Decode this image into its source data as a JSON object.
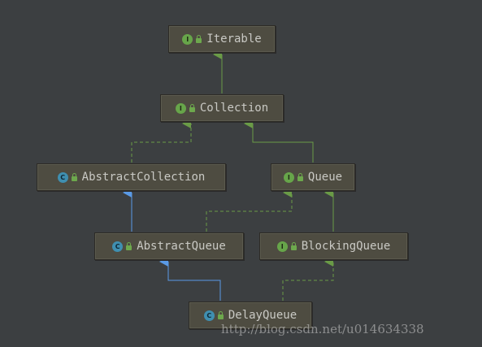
{
  "colors": {
    "background": "#3c3f41",
    "interface_edge": "#6a9b47",
    "class_edge": "#5a9ae6",
    "impl_edge": "#6a9b47"
  },
  "nodes": {
    "iterable": {
      "label": "Iterable",
      "kind": "interface",
      "badge": "I"
    },
    "collection": {
      "label": "Collection",
      "kind": "interface",
      "badge": "I"
    },
    "abstract_collection": {
      "label": "AbstractCollection",
      "kind": "class",
      "badge": "C"
    },
    "queue": {
      "label": "Queue",
      "kind": "interface",
      "badge": "I"
    },
    "abstract_queue": {
      "label": "AbstractQueue",
      "kind": "class",
      "badge": "C"
    },
    "blocking_queue": {
      "label": "BlockingQueue",
      "kind": "interface",
      "badge": "I"
    },
    "delay_queue": {
      "label": "DelayQueue",
      "kind": "class",
      "badge": "C"
    }
  },
  "edges": [
    {
      "from": "collection",
      "to": "iterable",
      "type": "extends"
    },
    {
      "from": "abstract_collection",
      "to": "collection",
      "type": "implements"
    },
    {
      "from": "queue",
      "to": "collection",
      "type": "extends"
    },
    {
      "from": "abstract_queue",
      "to": "abstract_collection",
      "type": "extends-class"
    },
    {
      "from": "abstract_queue",
      "to": "queue",
      "type": "implements"
    },
    {
      "from": "blocking_queue",
      "to": "queue",
      "type": "extends"
    },
    {
      "from": "delay_queue",
      "to": "abstract_queue",
      "type": "extends-class"
    },
    {
      "from": "delay_queue",
      "to": "blocking_queue",
      "type": "implements"
    }
  ],
  "watermark": "http://blog.csdn.net/u014634338"
}
